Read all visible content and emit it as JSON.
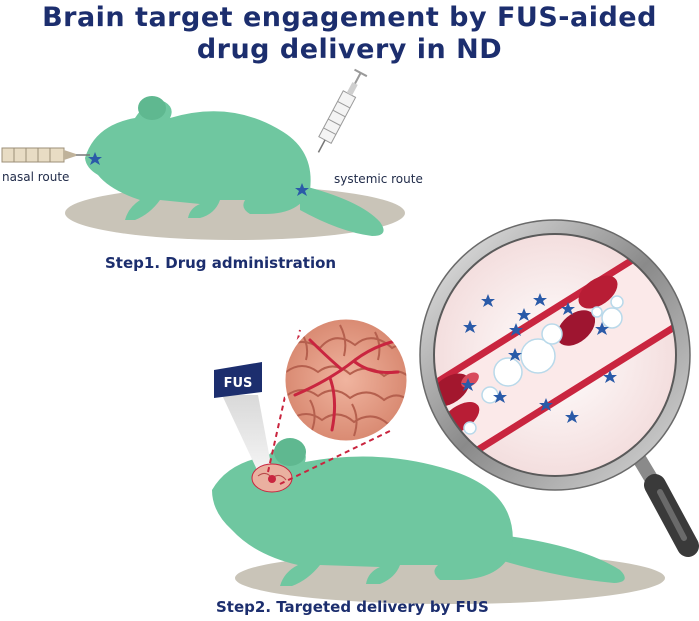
{
  "title_line1": "Brain target engagement by FUS-aided",
  "title_line2": "drug delivery in ND",
  "label_nasal": "nasal route",
  "label_systemic": "systemic route",
  "step1": "Step1. Drug administration",
  "step2": "Step2. Targeted delivery by FUS",
  "fus_label": "FUS",
  "colors": {
    "title": "#1c2e6e",
    "mouse": "#6fc7a0",
    "shadow": "#c9c4b8",
    "drug_star": "#2a5aa8",
    "vessel": "#c9253f",
    "brain": "#e8a08c",
    "fus_box": "#1c2e6e"
  }
}
